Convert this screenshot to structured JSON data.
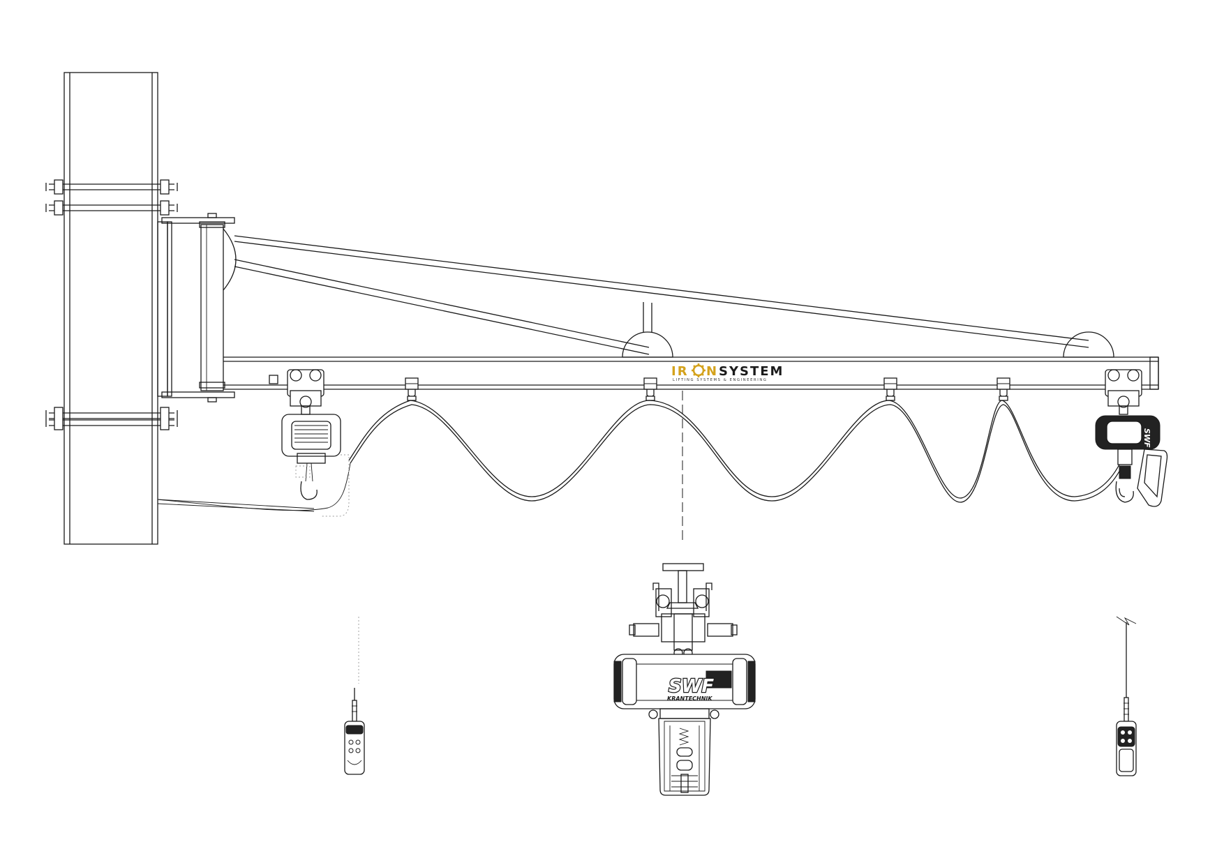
{
  "logo": {
    "part1": "IR",
    "part2": "N",
    "part3": "SYSTEM",
    "tagline": "LIFTING SYSTEMS & ENGINEERING",
    "accent_color": "#d4a21c",
    "text_color": "#1a1a1a"
  },
  "hoist_brand": {
    "name": "SWF",
    "subtitle": "KRANTECHNIK"
  },
  "trolley_label": "SWF",
  "icons": [
    "gear-icon"
  ]
}
